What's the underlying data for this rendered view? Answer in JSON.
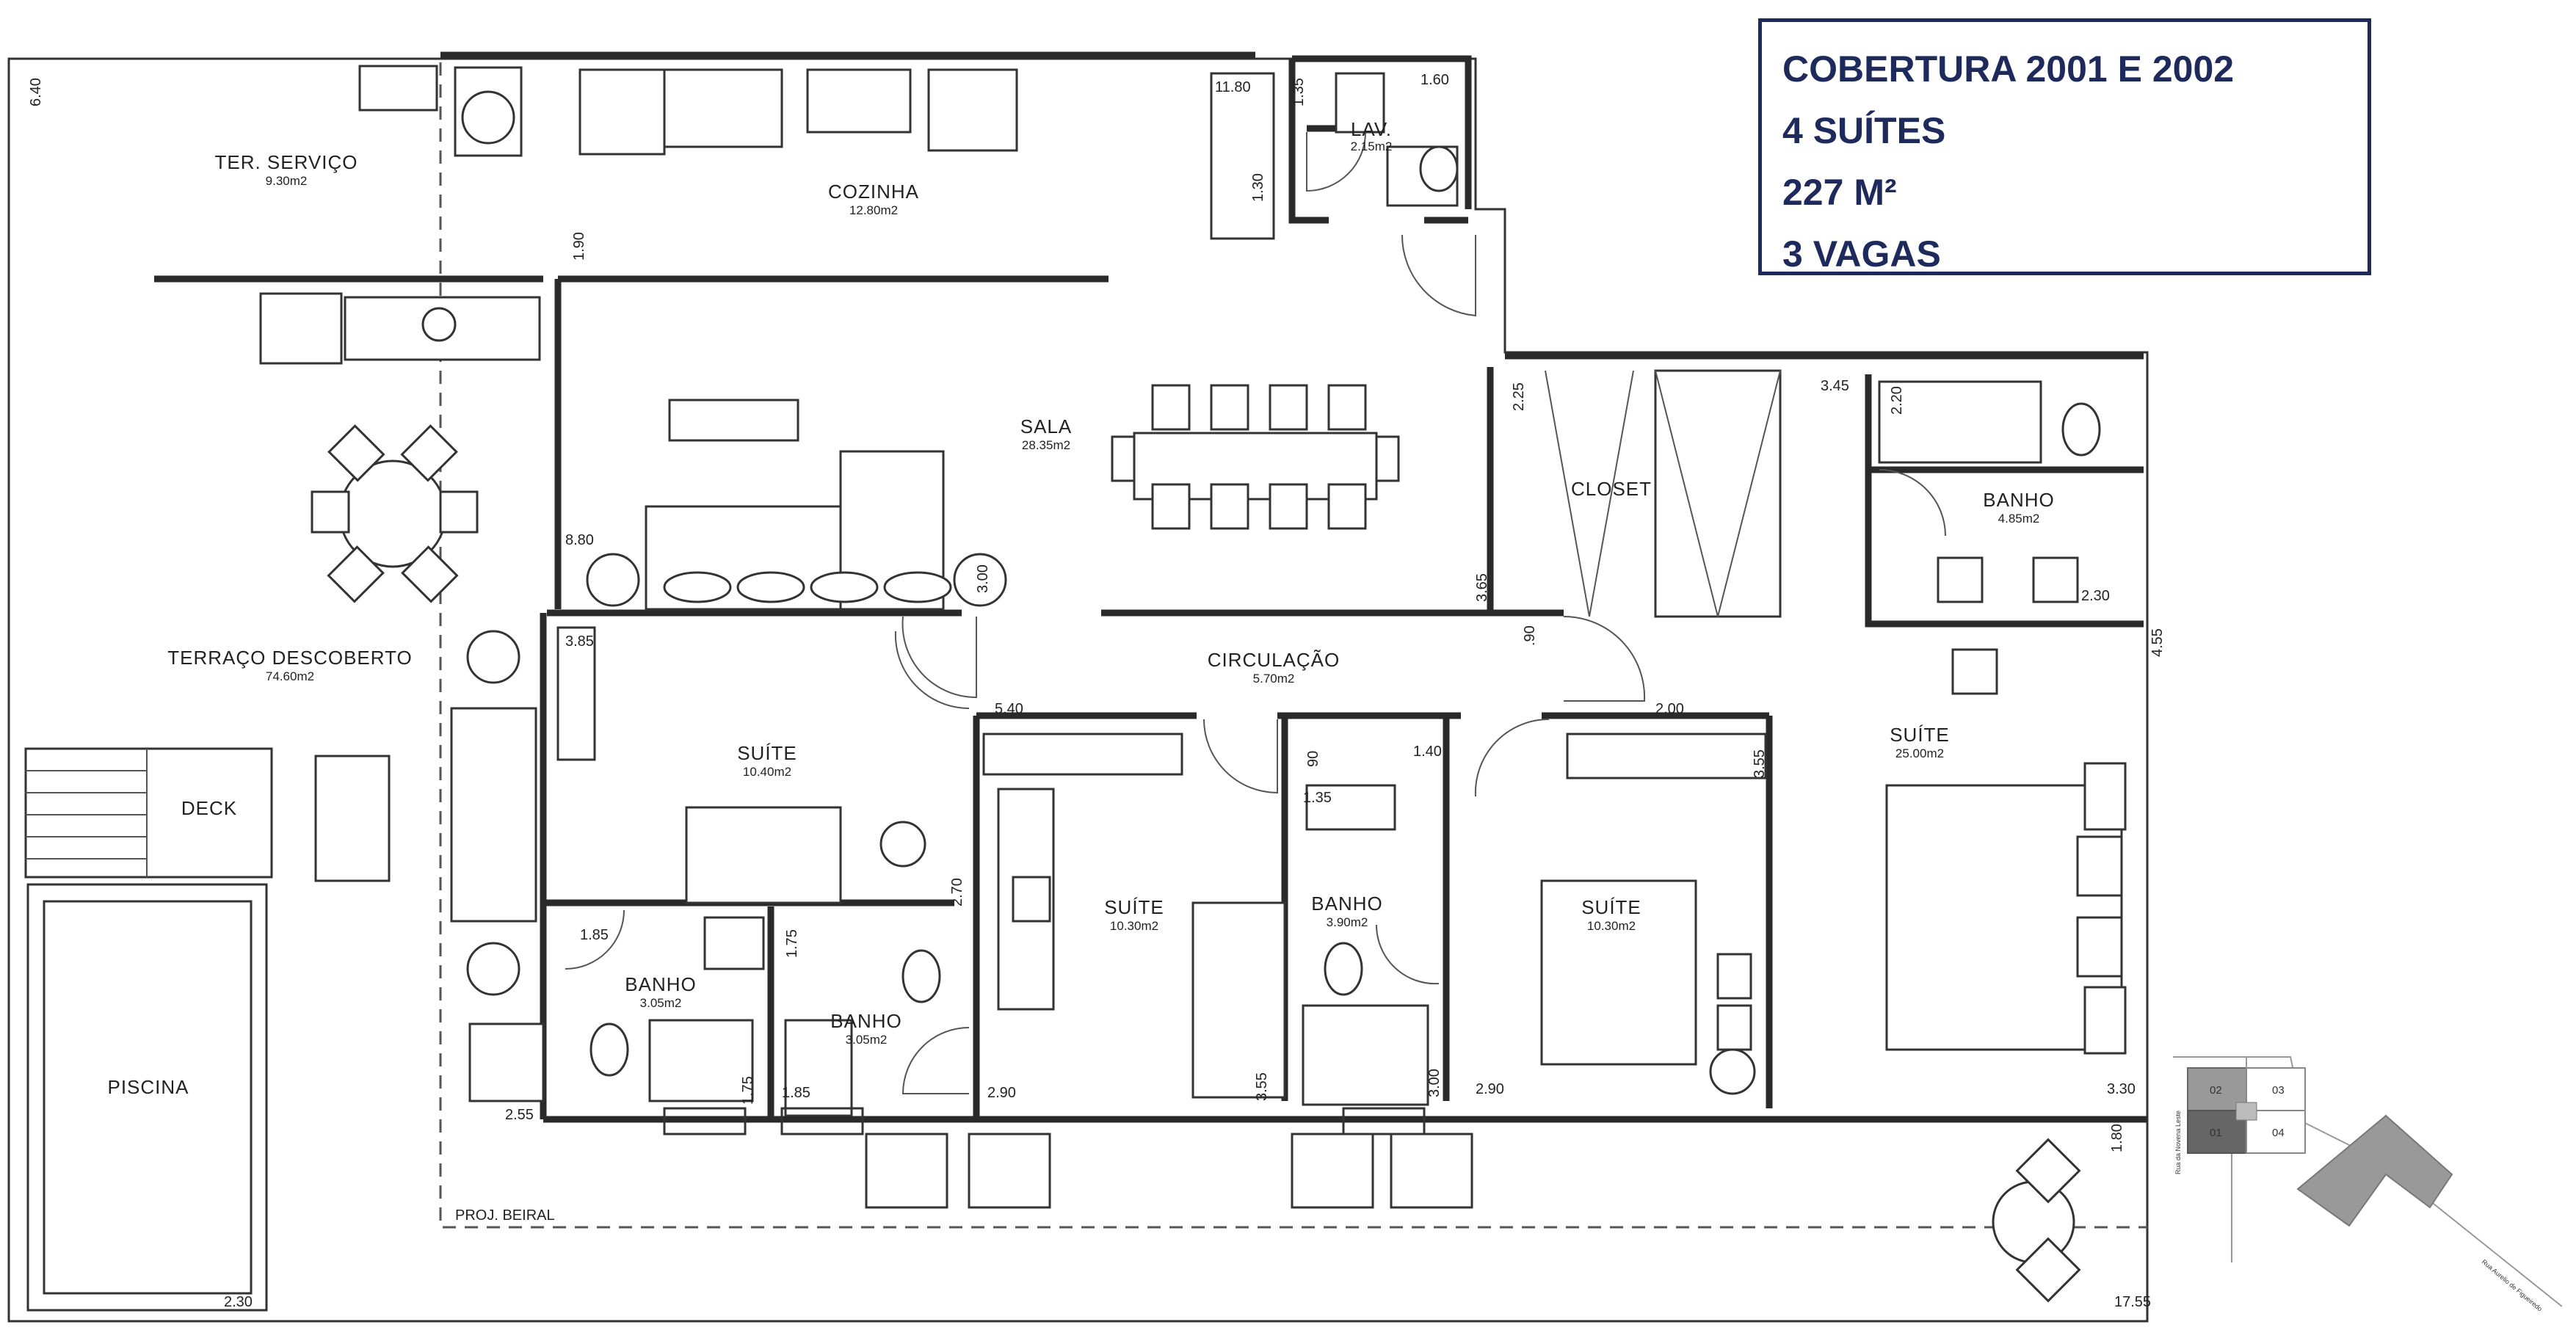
{
  "info": {
    "title": "COBERTURA 2001 E 2002",
    "suites": "4 SUÍTES",
    "area": "227 M²",
    "parking": "3 VAGAS"
  },
  "rooms": {
    "ter_servico": {
      "name": "TER. SERVIÇO",
      "area": "9.30m2"
    },
    "cozinha": {
      "name": "COZINHA",
      "area": "12.80m2"
    },
    "lav": {
      "name": "LAV.",
      "area": "2.15m2"
    },
    "sala": {
      "name": "SALA",
      "area": "28.35m2"
    },
    "closet": {
      "name": "CLOSET"
    },
    "banho_master": {
      "name": "BANHO",
      "area": "4.85m2"
    },
    "terraco": {
      "name": "TERRAÇO DESCOBERTO",
      "area": "74.60m2"
    },
    "circulacao": {
      "name": "CIRCULAÇÃO",
      "area": "5.70m2"
    },
    "suite1": {
      "name": "SUÍTE",
      "area": "10.40m2"
    },
    "suite2": {
      "name": "SUÍTE",
      "area": "10.30m2"
    },
    "suite3": {
      "name": "SUÍTE",
      "area": "10.30m2"
    },
    "suite_master": {
      "name": "SUÍTE",
      "area": "25.00m2"
    },
    "banho1": {
      "name": "BANHO",
      "area": "3.05m2"
    },
    "banho2": {
      "name": "BANHO",
      "area": "3.05m2"
    },
    "banho3": {
      "name": "BANHO",
      "area": "3.90m2"
    },
    "deck": {
      "name": "DECK"
    },
    "piscina": {
      "name": "PISCINA"
    },
    "proj_beiral": {
      "name": "PROJ. BEIRAL"
    }
  },
  "dimensions": {
    "d640": "6.40",
    "d1180": "11.80",
    "d135a": "1.35",
    "d160": "1.60",
    "d130": "1.30",
    "d190": "1.90",
    "d225": "2.25",
    "d345": "3.45",
    "d220": "2.20",
    "d880": "8.80",
    "d300a": "3.00",
    "d365": "3.65",
    "d230a": "2.30",
    "d385": "3.85",
    "d90a": ".90",
    "d455": "4.55",
    "d540": "5.40",
    "d200": "2.00",
    "d90b": "90",
    "d140": "1.40",
    "d355a": "3.55",
    "d135b": "1.35",
    "d270": "2.70",
    "d185a": "1.85",
    "d175a": "1.75",
    "d175b": "1.75",
    "d185b": "1.85",
    "d355b": "3.55",
    "d300b": "3.00",
    "d290a": "2.90",
    "d290b": "2.90",
    "d330": "3.30",
    "d255": "2.55",
    "d180": "1.80",
    "d230b": "2.30",
    "d1755": "17.55"
  },
  "key_plan": {
    "units": [
      "02",
      "03",
      "01",
      "04"
    ],
    "street_top": "Rua da Novena Leste",
    "street_bottom": "Rua Aurelio de Figueiredo"
  },
  "colors": {
    "info_border": "#1f2a5c",
    "info_text": "#1f2a5c",
    "walls": "#2a2a2a"
  }
}
